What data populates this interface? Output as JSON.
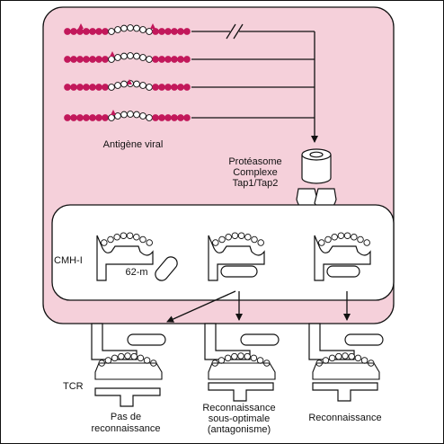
{
  "colors": {
    "background": "#ffffff",
    "cell": "#f5d0da",
    "peptide_accent": "#c2185b",
    "line": "#111111",
    "white": "#ffffff"
  },
  "labels": {
    "antigen": "Antigène viral",
    "proteasome_line1": "Protéasome",
    "proteasome_line2": "Complexe",
    "proteasome_line3": "Tap1/Tap2",
    "mhc": "CMH-I",
    "b2m": "62-m",
    "tcr": "TCR",
    "outcome1_line1": "Pas de",
    "outcome1_line2": "reconnaissance",
    "outcome2_line1": "Reconnaissance",
    "outcome2_line2": "sous-optimale",
    "outcome2_line3": "(antagonisme)",
    "outcome3_line1": "Reconnaissance"
  },
  "icons": [
    "antigen-chain",
    "proteasome-icon",
    "tap-transporter-icon",
    "mhc-molecule",
    "tcr-receptor",
    "arrow-icon"
  ]
}
